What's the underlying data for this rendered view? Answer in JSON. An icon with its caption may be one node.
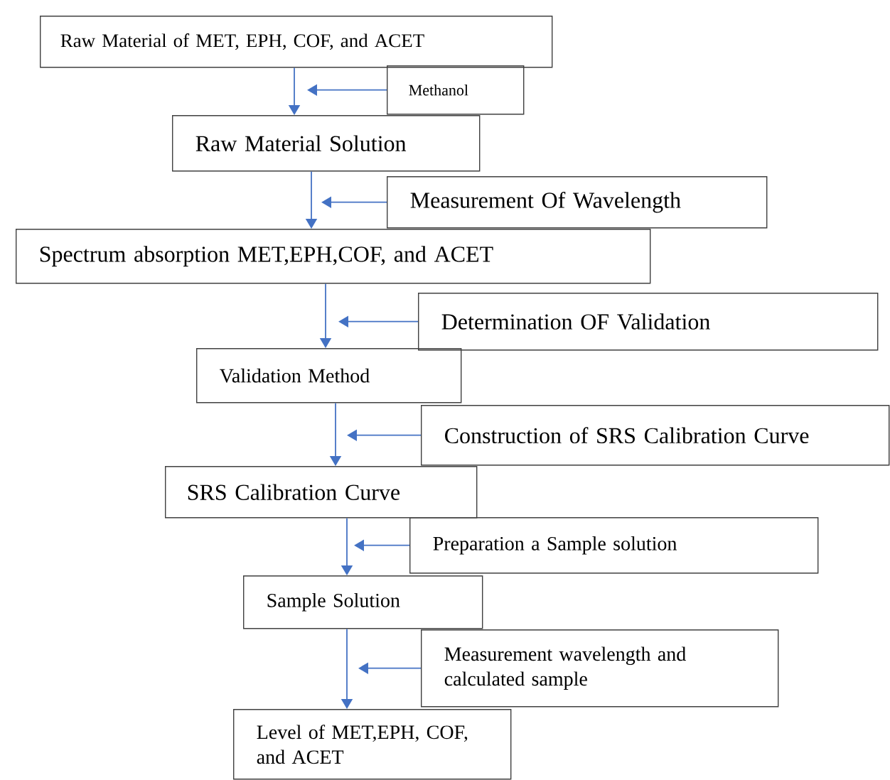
{
  "diagram": {
    "nodes": [
      {
        "text": [
          "Raw Material of MET, EPH, COF, and ACET"
        ]
      },
      {
        "text": [
          "Methanol"
        ]
      },
      {
        "text": [
          "Raw Material Solution"
        ]
      },
      {
        "text": [
          "Measurement Of Wavelength"
        ]
      },
      {
        "text": [
          "Spectrum absorption MET,EPH,COF, and ACET"
        ]
      },
      {
        "text": [
          "Determination OF Validation"
        ]
      },
      {
        "text": [
          "Validation Method"
        ]
      },
      {
        "text": [
          "Construction of SRS Calibration Curve"
        ]
      },
      {
        "text": [
          "SRS Calibration Curve"
        ]
      },
      {
        "text": [
          "Preparation a Sample solution"
        ]
      },
      {
        "text": [
          "Sample Solution"
        ]
      },
      {
        "text": [
          "Measurement wavelength and calculated sample"
        ]
      },
      {
        "text": [
          "Level of MET,EPH, COF, and ACET"
        ]
      }
    ],
    "edges": [
      {
        "from": 0,
        "to": 2,
        "arrow": "to"
      },
      {
        "from": 1,
        "to": null,
        "arrow": "to"
      },
      {
        "from": 2,
        "to": 4,
        "arrow": "to"
      },
      {
        "from": 3,
        "to": null,
        "arrow": "to"
      },
      {
        "from": 4,
        "to": 6,
        "arrow": "to"
      },
      {
        "from": 5,
        "to": null,
        "arrow": "to"
      },
      {
        "from": 6,
        "to": 8,
        "arrow": "to"
      },
      {
        "from": 7,
        "to": null,
        "arrow": "to"
      },
      {
        "from": 8,
        "to": 10,
        "arrow": "to"
      },
      {
        "from": 9,
        "to": null,
        "arrow": "to"
      },
      {
        "from": 10,
        "to": 12,
        "arrow": "to"
      },
      {
        "from": 11,
        "to": null,
        "arrow": "to"
      }
    ]
  }
}
